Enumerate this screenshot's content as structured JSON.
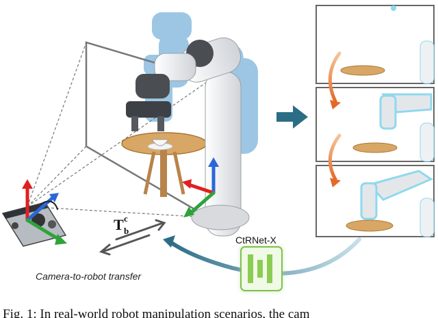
{
  "figure": {
    "transfer_label": "Camera-to-robot transfer",
    "network_label": "CtRNet-X",
    "transform": {
      "base": "T",
      "sub": "b",
      "sup": "c"
    }
  },
  "caption": "Fig. 1: In real-world robot manipulation scenarios, the cam"
}
